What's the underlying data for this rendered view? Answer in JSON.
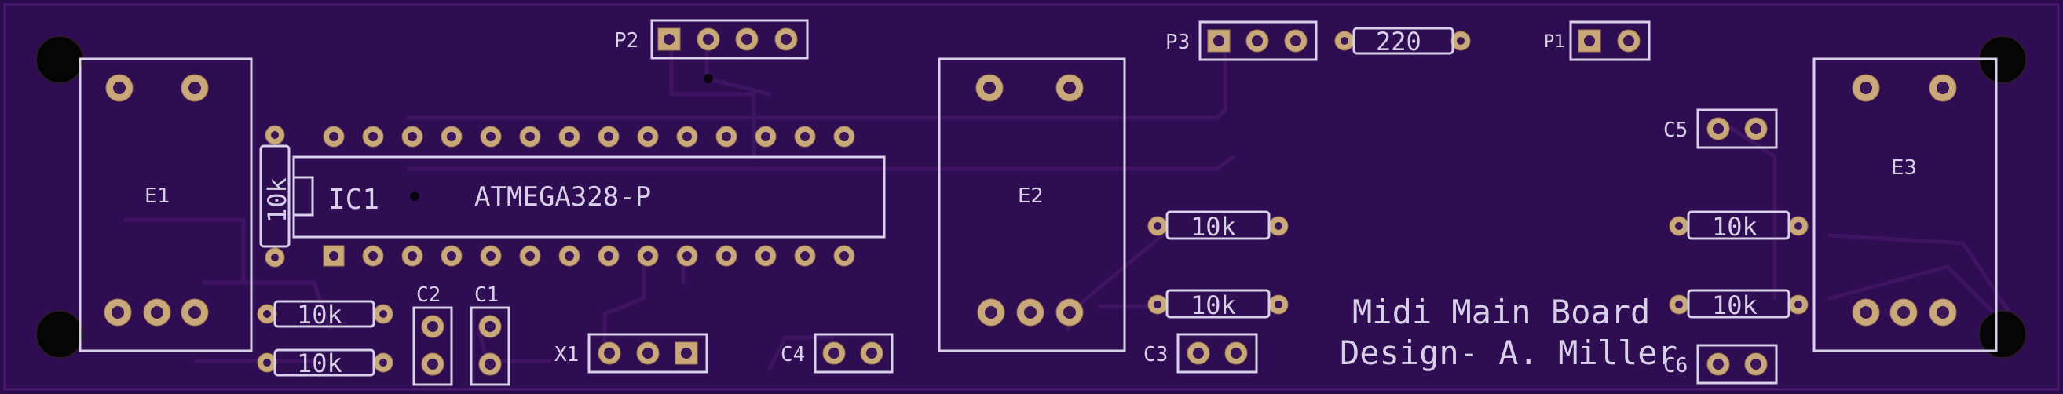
{
  "board": {
    "title_line1": "Midi Main Board",
    "title_line2": "Design- A. Miller",
    "background": "#2a0b4b",
    "silkscreen": "#d8d0e8",
    "pad_color": "#c9a87a"
  },
  "ic": {
    "ref": "IC1",
    "part": "ATMEGA328-P"
  },
  "connectors": {
    "p1": "P1",
    "p2": "P2",
    "p3": "P3",
    "x1": "X1"
  },
  "jacks": {
    "e1": "E1",
    "e2": "E2",
    "e3": "E3"
  },
  "capacitors": {
    "c1": "C1",
    "c2": "C2",
    "c3": "C3",
    "c4": "C4",
    "c5": "C5",
    "c6": "C6"
  },
  "resistors": {
    "r_220": "220",
    "r_10k_vertical": "10k",
    "r_10k_a": "10k",
    "r_10k_b": "10k",
    "r_10k_c": "10k",
    "r_10k_d": "10k",
    "r_10k_e": "10k",
    "r_10k_f": "10k"
  },
  "icons": {
    "mount_hole": "mounting-hole-icon",
    "pad": "through-hole-pad-icon"
  }
}
